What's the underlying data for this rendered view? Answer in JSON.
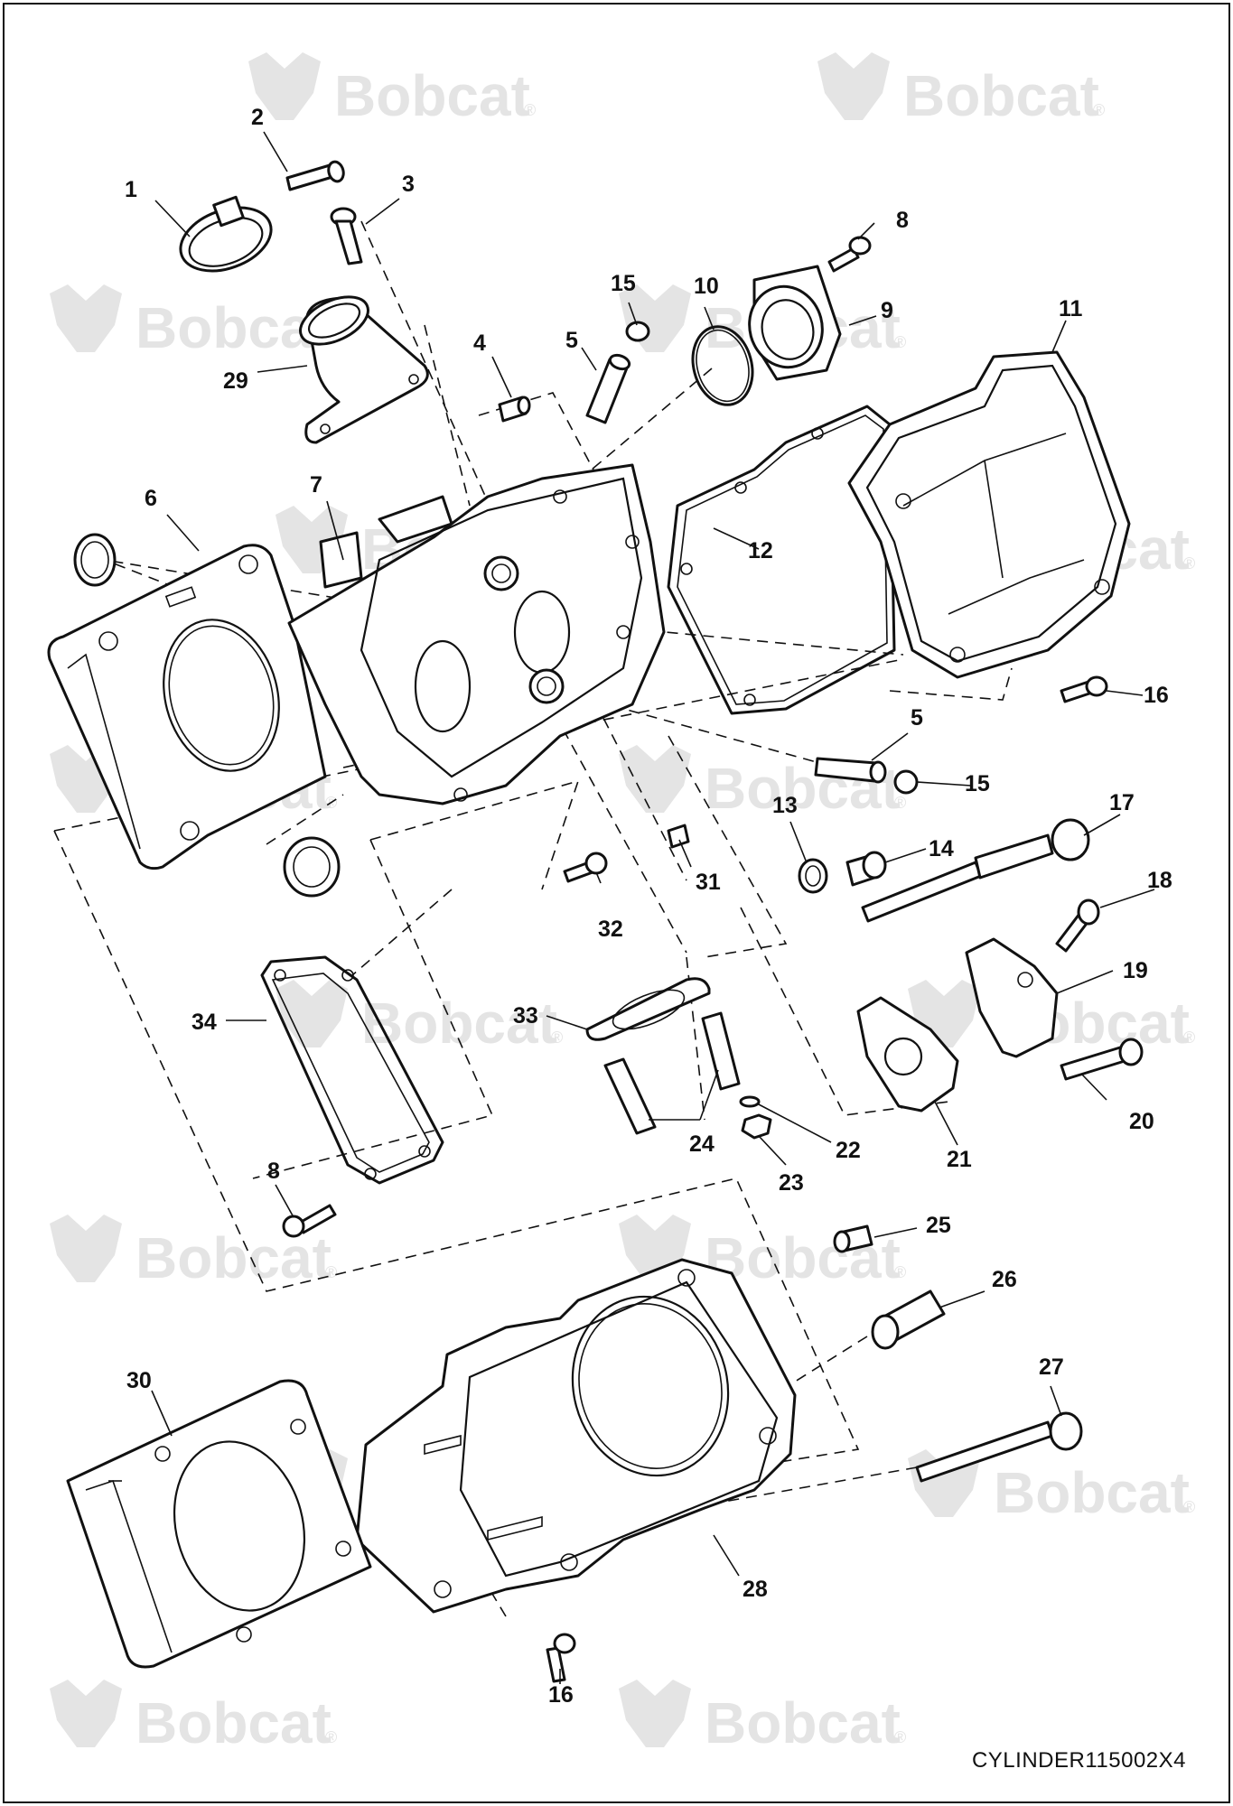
{
  "watermark": {
    "brand": "Bobcat",
    "mark": "®"
  },
  "figure_code": "CYLINDER115002X4",
  "callouts": [
    "1",
    "2",
    "3",
    "4",
    "5",
    "5",
    "6",
    "7",
    "8",
    "8",
    "9",
    "10",
    "11",
    "12",
    "13",
    "14",
    "15",
    "15",
    "16",
    "16",
    "17",
    "18",
    "19",
    "20",
    "21",
    "22",
    "23",
    "24",
    "25",
    "26",
    "27",
    "28",
    "29",
    "30",
    "31",
    "32",
    "33",
    "34"
  ],
  "icons": {
    "watermark_logo": "bobcat-head-logo-icon"
  }
}
